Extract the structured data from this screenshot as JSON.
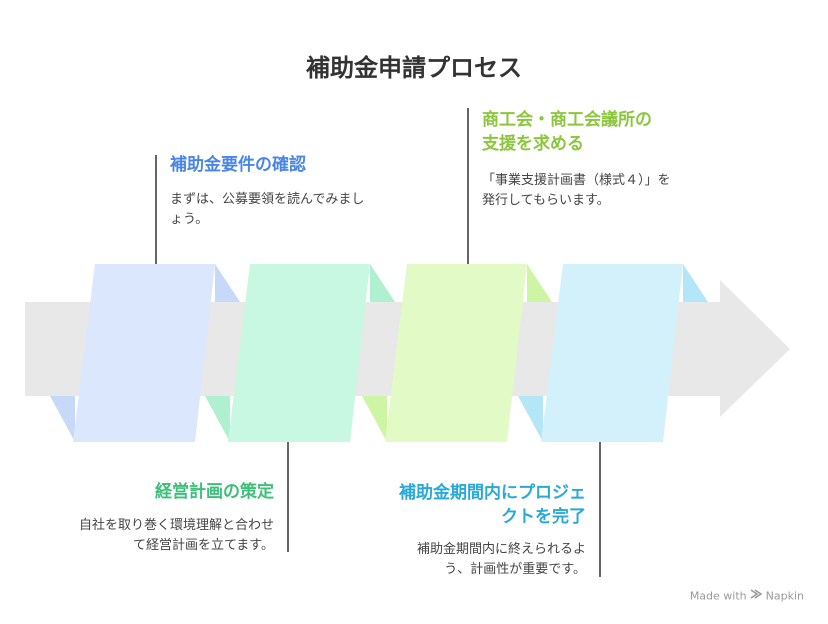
{
  "title": "補助金申請プロセス",
  "steps": [
    {
      "title": "補助金要件の確認",
      "description": "まずは、公募要領を読んでみましょう。",
      "color": "#4a86e8",
      "fill": "#dbe7fd"
    },
    {
      "title": "経営計画の策定",
      "description": "自社を取り巻く環境理解と合わせて経営計画を立てます。",
      "color": "#3dbf7a",
      "fill": "#c8f8e2"
    },
    {
      "title": "商工会・商工会議所の支援を求める",
      "description": "「事業支援計画書（様式４）」を発行してもらいます。",
      "color": "#8cc63f",
      "fill": "#e2fbc6"
    },
    {
      "title": "補助金期間内にプロジェクトを完了",
      "description": "補助金期間内に終えられるよう、計画性が重要です。",
      "color": "#2aa9d6",
      "fill": "#d2f1fb"
    }
  ],
  "credit": {
    "made_with": "Made with",
    "brand": "Napkin"
  }
}
